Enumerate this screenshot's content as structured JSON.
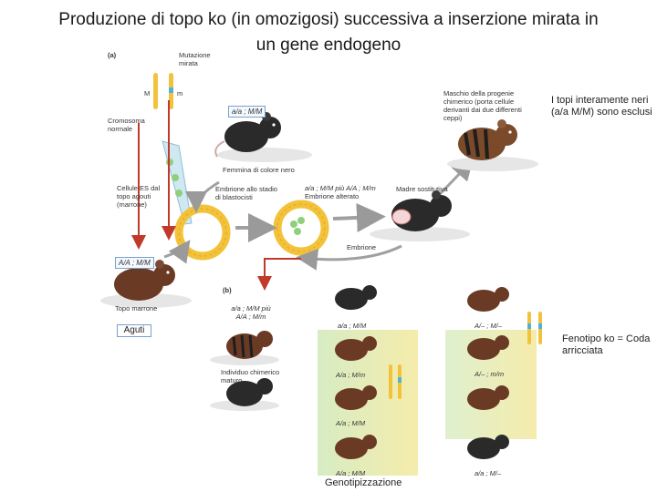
{
  "title": {
    "line1": "Produzione di topo ko (in omozigosi) successiva a inserzione mirata in",
    "line2": "un gene endogeno"
  },
  "panel_a": {
    "label": "(a)",
    "mutation_label": "Mutazione mirata",
    "allele_M": "M",
    "allele_m": "m",
    "normal_chromosome": "Cromosoma normale",
    "black_female_genotype": "a/a ; M/M",
    "black_female": "Femmina di colore nero",
    "es_cells": "Cellule ES dal topo agouti (marrone)",
    "blastocyst_embryo": "Embrione allo stadio di blastocisti",
    "altered_genotype": "a/a ; M/M più A/A ; M/m",
    "altered_embryo": "Embrione alterato",
    "surrogate_mother": "Madre sostitutiva",
    "embryo": "Embrione",
    "chimeric_male": "Maschio della progenie chimerico (porta cellule derivanti dai due differenti ceppi)",
    "brown_genotype": "A/A ; M/M",
    "brown_mouse": "Topo marrone"
  },
  "panel_b": {
    "label": "(b)",
    "chimera_genotype": "a/a ; M/M più A/A ; M/m",
    "chimera_label": "Individuo chimerico maturo",
    "col2_top": "a/a ; M/M",
    "col2_mid": "A/a ; M/m",
    "col2_bot": "A/a ; M/M",
    "col2_last": "A/a ; M/M",
    "col3_top": "A/– ; M/–",
    "col3_mid": "A/– ; m/m",
    "col3_bot": "a/a ; M/–"
  },
  "notes": {
    "excluded": "I topi interamente neri  (a/a M/M) sono esclusi",
    "agouti": "Aguti",
    "phenotype": "Fenotipo ko = Coda arricciata",
    "genotyping": "Genotipizzazione"
  },
  "colors": {
    "black_mouse": "#2a2a2a",
    "brown_mouse": "#6b3a24",
    "blastocyst": "#f2c33a",
    "cell": "#8fd07c",
    "arrow": "#a0a0a0",
    "red_arrow": "#c0392b",
    "green_panel": "#d9ecc6",
    "yellow_panel": "#f4e9a6"
  }
}
